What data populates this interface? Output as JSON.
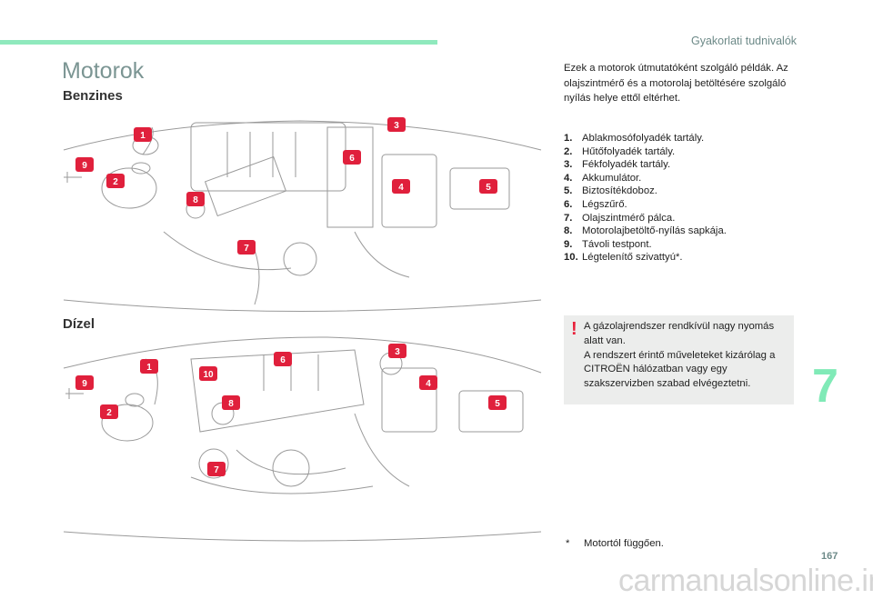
{
  "header": {
    "section": "Gyakorlati tudnivalók",
    "title": "Motorok"
  },
  "petrol": {
    "heading": "Benzines",
    "callouts": [
      "1",
      "2",
      "3",
      "4",
      "5",
      "6",
      "7",
      "8",
      "9"
    ]
  },
  "diesel": {
    "heading": "Dízel",
    "callouts": [
      "1",
      "2",
      "3",
      "4",
      "5",
      "6",
      "7",
      "8",
      "9",
      "10"
    ]
  },
  "intro": "Ezek a motorok útmutatóként szolgáló példák. Az olajszintmérő és a motorolaj betöltésére szolgáló nyílás helye ettől eltérhet.",
  "legend": [
    {
      "n": "1.",
      "t": "Ablakmosófolyadék tartály."
    },
    {
      "n": "2.",
      "t": "Hűtőfolyadék tartály."
    },
    {
      "n": "3.",
      "t": "Fékfolyadék tartály."
    },
    {
      "n": "4.",
      "t": "Akkumulátor."
    },
    {
      "n": "5.",
      "t": "Biztosítékdoboz."
    },
    {
      "n": "6.",
      "t": "Légszűrő."
    },
    {
      "n": "7.",
      "t": "Olajszintmérő pálca."
    },
    {
      "n": "8.",
      "t": "Motorolajbetöltő-nyílás sapkája."
    },
    {
      "n": "9.",
      "t": "Távoli testpont."
    },
    {
      "n": "10.",
      "t": "Légtelenítő szivattyú*."
    }
  ],
  "warning": {
    "icon": "exclamation-icon",
    "lines": [
      "A gázolajrendszer rendkívül nagy nyomás alatt van.",
      "A rendszert érintő műveleteket kizárólag a CITROËN hálózatban vagy egy szakszervizben szabad elvégeztetni."
    ]
  },
  "chapter": "7",
  "footnote": {
    "mark": "*",
    "text": "Motortól függően."
  },
  "page_number": "167",
  "watermark": "carmanualsonline.info",
  "colors": {
    "accent": "#8fe9bd",
    "badge": "#e0203c",
    "warning_bg": "#ecedec"
  }
}
